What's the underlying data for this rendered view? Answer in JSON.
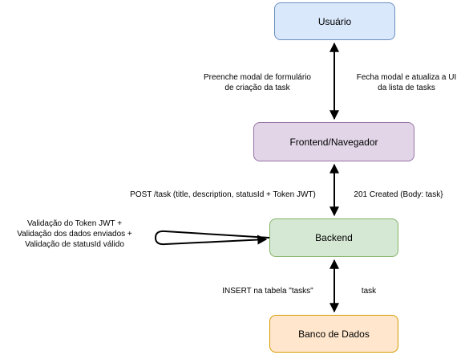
{
  "colors": {
    "usuario_fill": "#dae8fc",
    "usuario_stroke": "#6c8ebf",
    "frontend_fill": "#e1d5e7",
    "frontend_stroke": "#9673a6",
    "backend_fill": "#d5e8d4",
    "backend_stroke": "#82b366",
    "db_fill": "#ffe6cc",
    "db_stroke": "#d79b00",
    "edge": "#000000"
  },
  "nodes": {
    "usuario": "Usuário",
    "frontend": "Frontend/Navegador",
    "backend": "Backend",
    "database": "Banco de Dados"
  },
  "edges": {
    "usuario_frontend": {
      "down_label": "Preenche modal de formulário\nde criação da task",
      "up_label": "Fecha modal e atualiza a UI\nda lista de tasks"
    },
    "frontend_backend": {
      "down_label": "POST /task (title, description, statusId + Token JWT)",
      "up_label": "201 Created (Body: task}"
    },
    "backend_self": {
      "label": "Validação do Token JWT +\nValidação dos dados enviados +\nValidação de statusId válido"
    },
    "backend_database": {
      "down_label": "INSERT na tabela \"tasks\"",
      "up_label": "task"
    }
  }
}
